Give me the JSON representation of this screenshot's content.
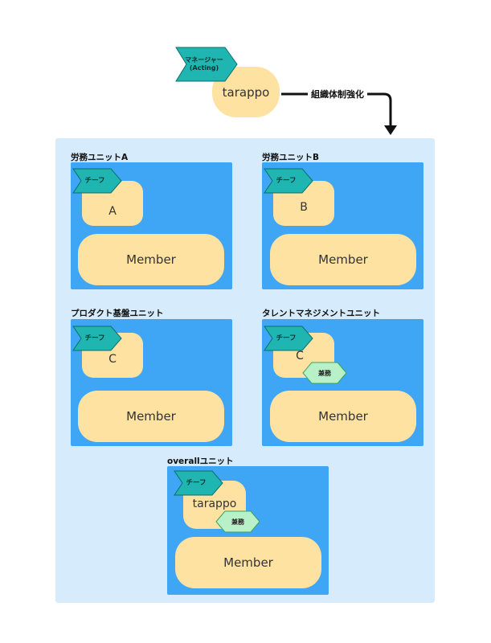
{
  "manager": {
    "tag": "マネージャー\n(Acting)",
    "name": "tarappo"
  },
  "connector": {
    "label": "組織体制強化"
  },
  "units": [
    {
      "title": "労務ユニットA",
      "chief_tag": "チーフ",
      "chief_name": "A",
      "member": "Member"
    },
    {
      "title": "労務ユニットB",
      "chief_tag": "チーフ",
      "chief_name": "B",
      "member": "Member"
    },
    {
      "title": "プロダクト基盤ユニット",
      "chief_tag": "チーフ",
      "chief_name": "C",
      "member": "Member"
    },
    {
      "title": "タレントマネジメントユニット",
      "chief_tag": "チーフ",
      "chief_name": "C",
      "member": "Member",
      "badge": "兼務"
    },
    {
      "title": "overallユニット",
      "chief_tag": "チーフ",
      "chief_name": "tarappo",
      "member": "Member",
      "badge": "兼務"
    }
  ],
  "colors": {
    "container": "#d6ebfb",
    "unit": "#3fa5f5",
    "pill": "#fde2a2",
    "tag": "#1fb5b0",
    "badge": "#b8f0c8"
  }
}
